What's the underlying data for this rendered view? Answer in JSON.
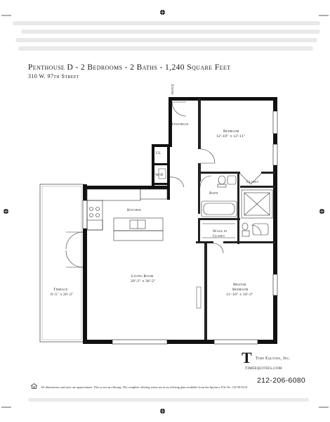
{
  "header": {
    "title": "Penthouse D - 2 Bedrooms - 2 Baths - 1,240 Square Feet",
    "address": "310 W. 97th Street"
  },
  "rooms": {
    "entry": "Entry",
    "vestibule": "Vestibule",
    "bedroom_name": "Bedroom",
    "bedroom_dims": "12'-10\" x 12'-11\"",
    "cl": "CL",
    "wd": "W/D",
    "bath": "Bath",
    "closet": "Closet",
    "kitchen": "Kitchen",
    "walk_in_closet_line1": "Walk in",
    "walk_in_closet_line2": "Closet",
    "living_room_name": "Living Room",
    "living_room_dims": "20'-3\" x 38'-2\"",
    "terrace_name": "Terrace",
    "terrace_dims": "6'-5\" x 26'-2\"",
    "master_bedroom_line1": "Master",
    "master_bedroom_line2": "Bedroom",
    "master_bedroom_dims": "11'-10\" x 16'-3\""
  },
  "footer": {
    "brand_letter": "T",
    "brand_name": "Time Equities, Inc.",
    "website": "timeequities.com",
    "phone": "212-206-6080",
    "disclaimer": "All dimensions and sizes are approximate. This is not an offering. The complete offering terms are in an offering plan available from the Sponsor. File No. CD 09-0116"
  }
}
